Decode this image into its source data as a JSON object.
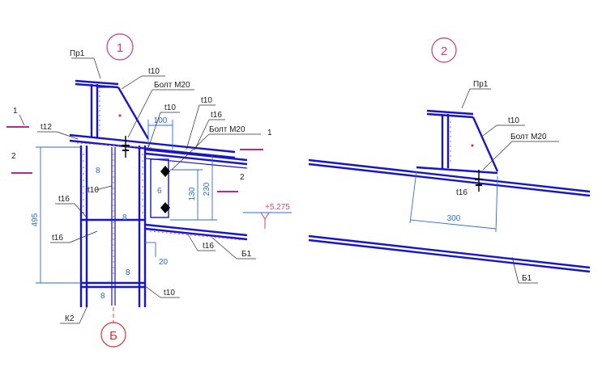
{
  "detail1": {
    "circle_label": "1",
    "bracket": "Пр1",
    "plate_t10_top": "t10",
    "bolt_top": "Болт М20",
    "t10_mid": "t10",
    "t10_right": "t10",
    "t16_right": "t16",
    "bolt_right": "Болт М20",
    "t12": "t12",
    "dim_100": "100",
    "dim_495": "495",
    "dim_130": "130",
    "dim_230": "230",
    "dim_20": "20",
    "weld_8a": "8",
    "weld_8b": "8",
    "weld_8c": "8",
    "weld_8d": "8",
    "weld_6": "6",
    "t10_left": "t10",
    "t16_left_a": "t16",
    "t16_left_b": "t16",
    "t16_bottom": "t16",
    "t10_bottom": "t10",
    "beam": "Б1",
    "column": "К2",
    "elevation": "+5.275",
    "axis": "Б",
    "section_1_left": "1",
    "section_1_right": "1",
    "section_2_left": "2",
    "section_2_right": "2"
  },
  "detail2": {
    "circle_label": "2",
    "bracket": "Пр1",
    "t10": "t10",
    "bolt": "Болт М20",
    "t16": "t16",
    "dim_300": "300",
    "beam": "Б1"
  }
}
